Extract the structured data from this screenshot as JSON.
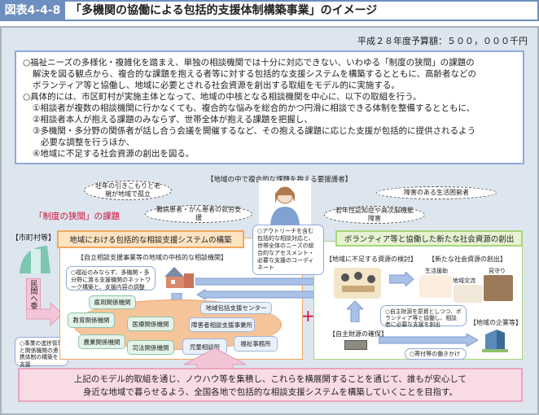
{
  "header": {
    "figure_number": "図表4-4-8",
    "title": "「多機関の協働による包括的支援体制構築事業」のイメージ"
  },
  "budget": "平成２８年度予算額：５００，０００千円",
  "summary": {
    "lines": [
      "○福祉ニーズの多様化・複雑化を踏まえ、単独の相談機関では十分に対応できない、いわゆる「制度の狭間」の課題の",
      "解決を図る観点から、複合的な課題を抱える者等に対する包括的な支援システムを構築するとともに、高齢者などの",
      "ボランティア等と協働し、地域に必要とされる社会資源を創出する取組をモデル的に実施する。",
      "○具体的には、市区町村が実施主体となって、地域の中核となる相談機関を中心に、以下の取組を行う。",
      "①相談者が複数の相談機関に行かなくても、複合的な悩みを総合的かつ円滑に相談できる体制を整備するとともに、",
      "②相談者本人が抱える課題のみならず、世帯全体が抱える課題を把握し、",
      "③多機関・多分野の関係者が話し合う会議を開催するなど、その抱える課題に応じた支援が包括的に提供されるよう",
      "必要な調整を行うほか、",
      "④地域に不足する社会資源の創出を図る。"
    ]
  },
  "issues": {
    "heading": "【地域の中で複合的な課題を抱える要援護者】",
    "gap_label": "「制度の狭間」の課題",
    "clouds": [
      "壮年の引きこもりと老親が地域で孤立",
      "難病患者・がん患者の就労支援",
      "障害のある生活困窮者",
      "若年性認知症や高次脳機能障害"
    ]
  },
  "left": {
    "municipality": "【市町村等】",
    "outsource": "民間へ委託",
    "support_note": "○事業の進捗管理と関係機関の連携体制の構築を支援"
  },
  "system": {
    "title": "地域における包括的な相談支援システムの構築",
    "core_heading": "【自立相談支援事業等の地域の中核的な相談機関】",
    "network_note": "○福祉のみならず、多機関・多分野に渡る支援機関のネットワーク構築と、支援内容の調整",
    "outreach_note": "○アウトリーチを含む包括的な相談対応と、世帯全体のニーズの総合的なアセスメント・必要な支援のコーディネート",
    "institutions": [
      "雇用関係機関",
      "地域包括支援センター",
      "教育関係機関",
      "医療関係機関",
      "障害者相談支援事業所",
      "農業関係機関",
      "司法関係機関",
      "児童相談所",
      "福祉事務所"
    ]
  },
  "resources": {
    "title": "ボランティア等と協働した新たな社会資源の創出",
    "shortage_heading": "【地域に不足する資源の検討】",
    "new_heading": "【新たな社会資源の創出】",
    "new_items": [
      "生活援助",
      "地域交流",
      "見守り"
    ],
    "funding_note": "○自主財源を原資としつつ、ボランティア等と協働し、相談者に必要な支援を創出",
    "own_funds": "【自主財源の確保】",
    "companies": "【地域の企業等】",
    "donation_note": "○寄付等の働きかけ"
  },
  "conclusion": [
    "上記のモデル的取組を通じ、ノウハウ等を集積し、これらを横展開することを通じて、誰もが安心して",
    "身近な地域で暮らせるよう、全国各地で包括的な相談支援システムを構築していくことを目指す。"
  ]
}
